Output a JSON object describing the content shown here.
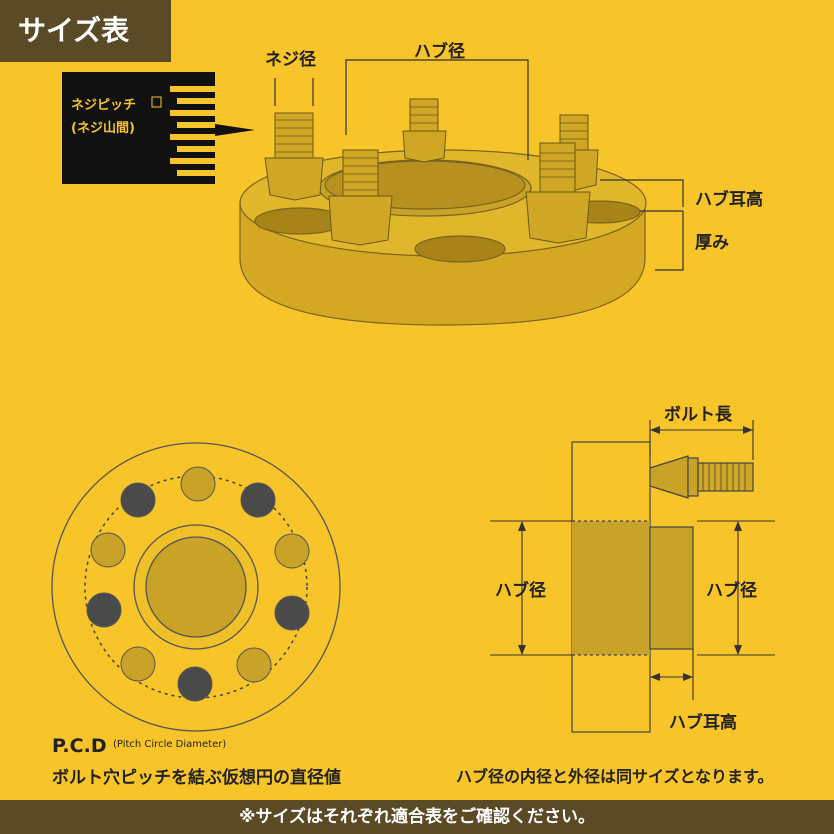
{
  "header": {
    "badge": "サイズ表"
  },
  "top_diagram": {
    "thread_pitch_label": "ネジピッチ",
    "thread_pitch_sub": "(ネジ山間)",
    "thread_diameter": "ネジ径",
    "hub_diameter": "ハブ径",
    "hub_flange_height": "ハブ耳高",
    "thickness": "厚み"
  },
  "pcd": {
    "title": "P.C.D",
    "title_sub": "(Pitch Circle Diameter)",
    "description": "ボルト穴ピッチを結ぶ仮想円の直径値"
  },
  "side_diagram": {
    "bolt_length": "ボルト長",
    "hub_diameter_left": "ハブ径",
    "hub_diameter_right": "ハブ径",
    "hub_flange_height": "ハブ耳高",
    "note": "ハブ径の内径と外径は同サイズとなります。"
  },
  "footer": {
    "note": "※サイズはそれぞれ適合表をご確認ください。"
  },
  "colors": {
    "background": "#f7c52a",
    "badge": "#5a4a26",
    "metal": "#c9a228",
    "dark_hole": "#4a4a4a"
  }
}
